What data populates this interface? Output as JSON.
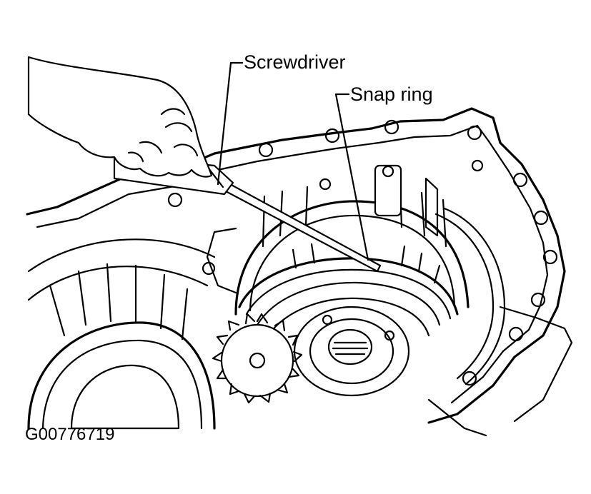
{
  "labels": {
    "screwdriver": "Screwdriver",
    "snap_ring": "Snap ring"
  },
  "figure_id": "G00776719"
}
